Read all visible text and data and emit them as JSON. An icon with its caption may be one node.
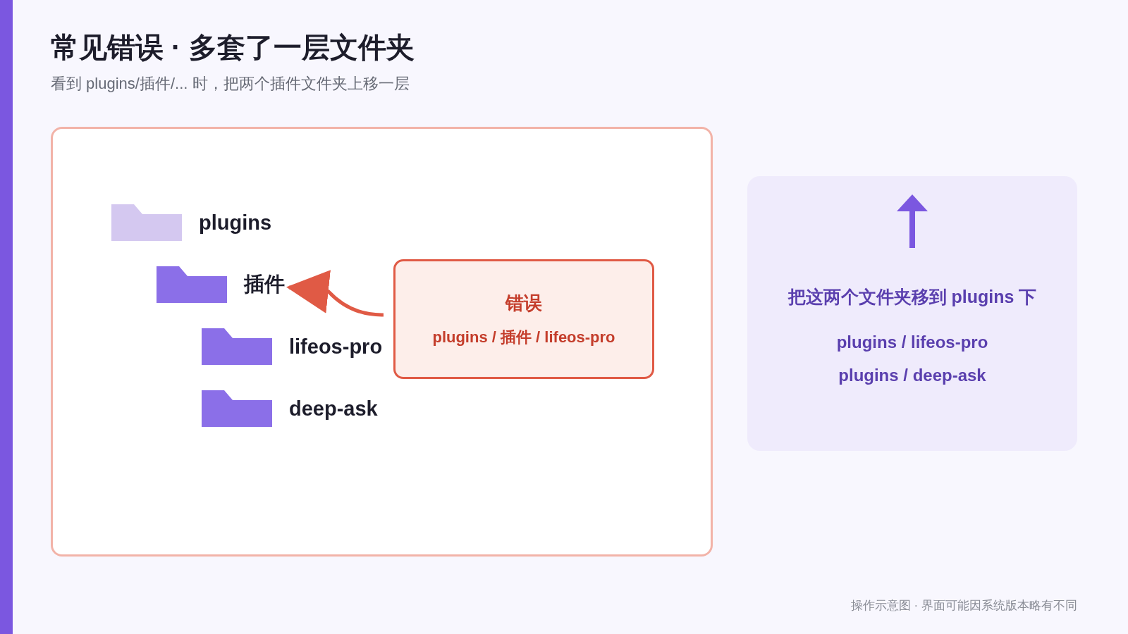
{
  "diagram": {
    "title": "常见错误 · 多套了一层文件夹",
    "nodes": [
      {
        "text": [],
        "shape": "box"
      },
      {
        "text": [
          "plugins"
        ],
        "in": 0
      },
      {
        "text": [
          "插件"
        ],
        "in": 0
      },
      {
        "text": [
          "lifeos-pro"
        ],
        "in": 0
      },
      {
        "text": [
          "deep-ask"
        ],
        "in": 0
      },
      {
        "text": [
          "错误",
          "plugins / 插件 / lifeos-pro"
        ],
        "in": 0
      },
      {
        "text": [
          "把这两个文件夹移到 plugins 下",
          "plugins / lifeos-pro",
          "plugins / deep-ask"
        ]
      }
    ],
    "edges": [
      {
        "from": 5,
        "to": 2,
        "arrow": "to"
      }
    ],
    "labels": [
      "看到 plugins/插件/... 时，把两个插件文件夹上移一层",
      "操作示意图 · 界面可能因系统版本略有不同"
    ]
  }
}
